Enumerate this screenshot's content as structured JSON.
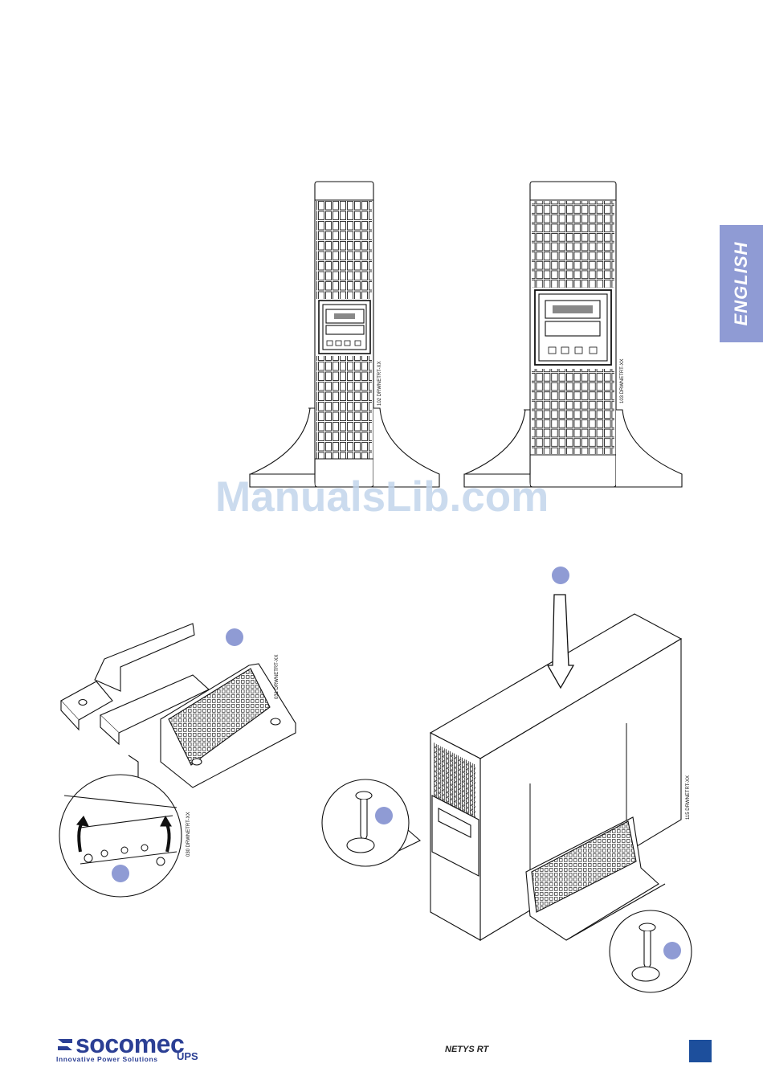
{
  "language_tab": {
    "label": "ENGLISH",
    "color": "#8f9bd4"
  },
  "figures": {
    "tower_small_ref": "102 DRWNETRT-XX",
    "tower_large_ref": "103 DRWNETRT-XX",
    "feet_ref": "031 DRWNETRT-XX",
    "clip_ref": "030 DRWNETRT-XX",
    "assembly_ref": "115 DRWNETRT-XX"
  },
  "watermark": "ManualsLib.com",
  "footer": {
    "brand": "socomec",
    "tagline": "Innovative Power Solutions",
    "brand_suffix": "UPS",
    "product": "NETYS RT",
    "brand_color": "#2b3f94",
    "page_marker_color": "#1d4f9c"
  }
}
